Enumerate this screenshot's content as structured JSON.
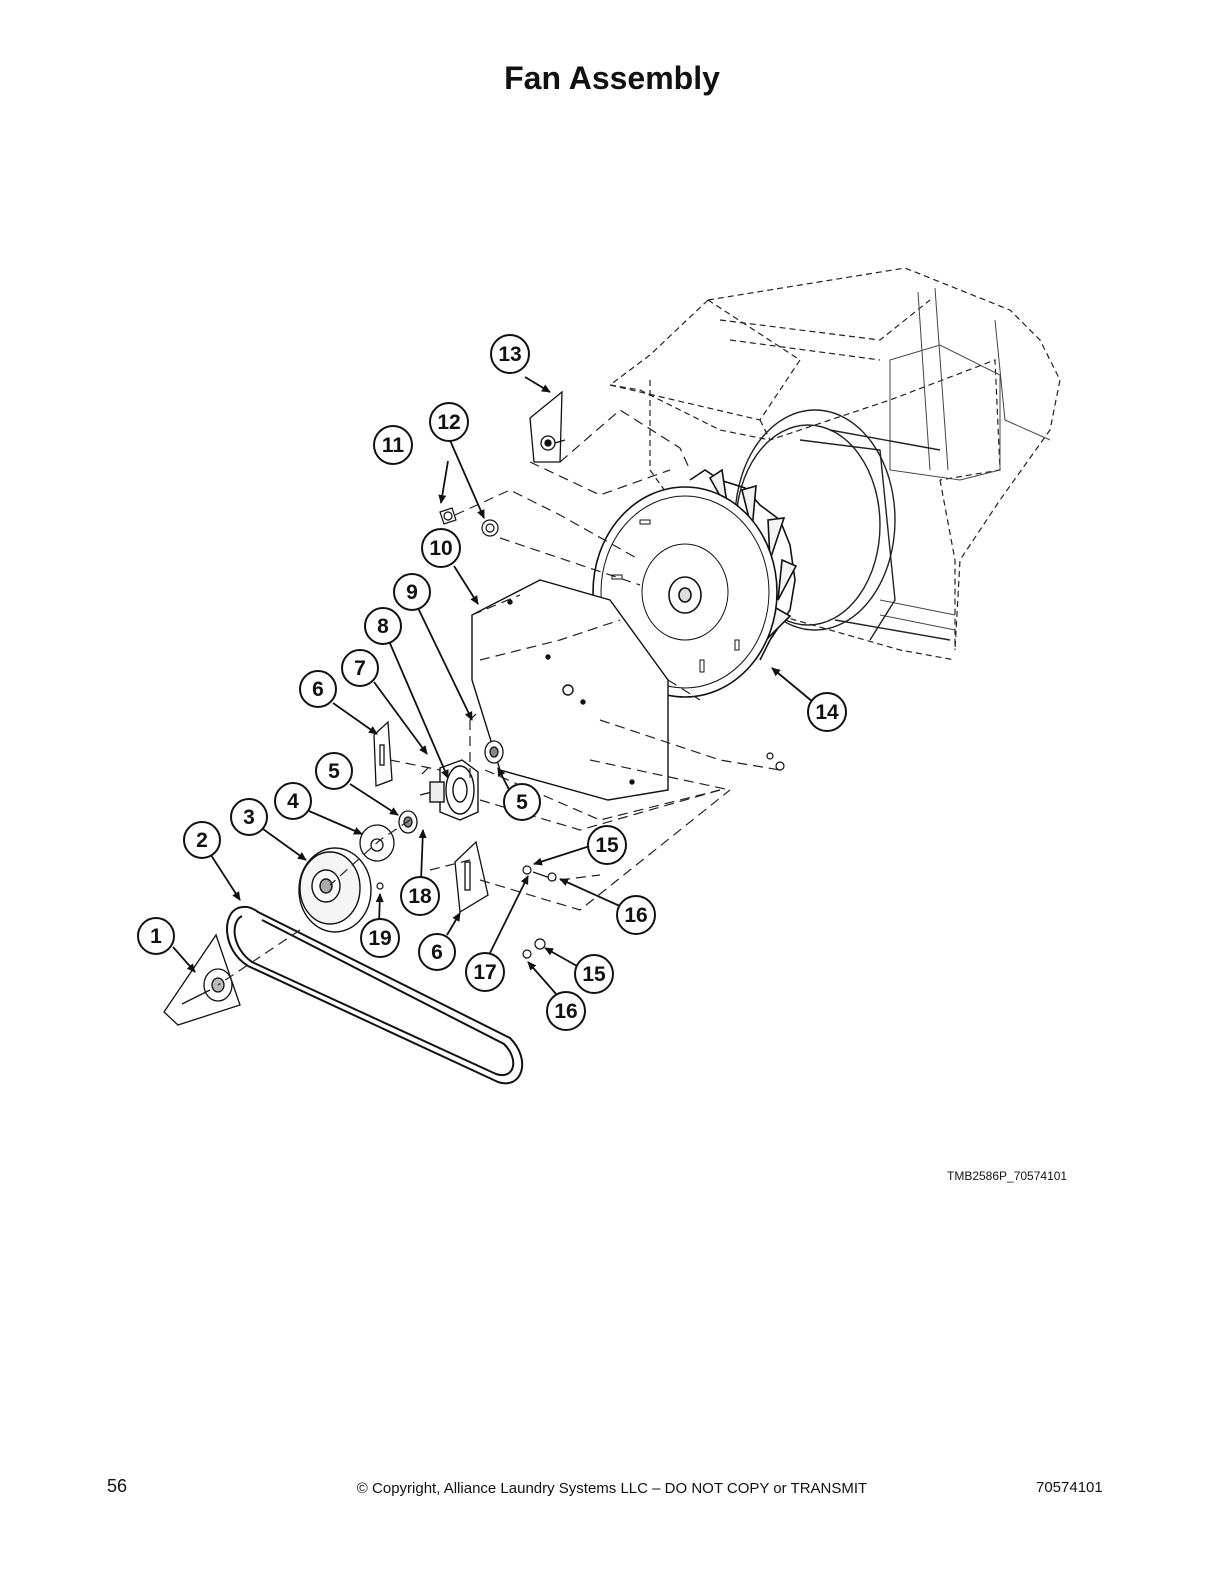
{
  "page": {
    "title": "Fan Assembly",
    "figure_id": "TMB2586P_70574101",
    "page_number": "56",
    "copyright": "© Copyright, Alliance Laundry Systems LLC – DO NOT COPY or TRANSMIT",
    "doc_number": "70574101"
  },
  "callouts": [
    {
      "label": "1"
    },
    {
      "label": "2"
    },
    {
      "label": "3"
    },
    {
      "label": "4"
    },
    {
      "label": "5"
    },
    {
      "label": "5"
    },
    {
      "label": "6"
    },
    {
      "label": "6"
    },
    {
      "label": "7"
    },
    {
      "label": "8"
    },
    {
      "label": "9"
    },
    {
      "label": "10"
    },
    {
      "label": "11"
    },
    {
      "label": "12"
    },
    {
      "label": "13"
    },
    {
      "label": "14"
    },
    {
      "label": "15"
    },
    {
      "label": "15"
    },
    {
      "label": "16"
    },
    {
      "label": "16"
    },
    {
      "label": "17"
    },
    {
      "label": "18"
    },
    {
      "label": "19"
    }
  ]
}
